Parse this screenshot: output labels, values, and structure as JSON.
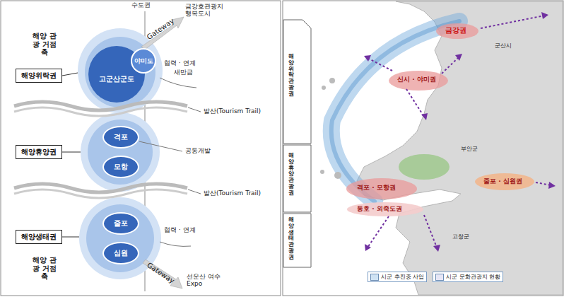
{
  "diagram": {
    "nodes": [
      {
        "text": [
          "고군산군도"
        ]
      },
      {
        "text": [
          "야미도"
        ],
        "in": 0
      },
      {
        "text": [
          "해양위락권"
        ]
      },
      {
        "text": [
          "격포"
        ]
      },
      {
        "text": [
          "모항"
        ]
      },
      {
        "text": [
          "해양휴양권"
        ]
      },
      {
        "text": [
          "줄포"
        ]
      },
      {
        "text": [
          "심원"
        ]
      },
      {
        "text": [
          "해양생태권"
        ]
      }
    ],
    "labels": [
      "수도권",
      "금강호관광지 행복도시",
      "Gateway",
      "해양 관광 거점축",
      "협력 · 연계",
      "새만금",
      "발산(Tourism Trail)",
      "공동개발",
      "발산(Tourism Trail)",
      "협력 · 연계",
      "Gateway",
      "선운산 여수 Expo",
      "해양 관광 거점축",
      "해양위락관광권",
      "해양휴양관광권",
      "해양생태관광권",
      "금강권",
      "신시 · 야미권",
      "격포 · 모항권",
      "줄포 · 심원권",
      "동호 · 외죽도권",
      "군산시",
      "부안군",
      "고창군"
    ],
    "legend": [
      {
        "text": "시군 추진중 사업",
        "color": "#cfe2f3"
      },
      {
        "text": "시군 문화관광지 현황",
        "color": "#e6e6f5"
      }
    ]
  }
}
